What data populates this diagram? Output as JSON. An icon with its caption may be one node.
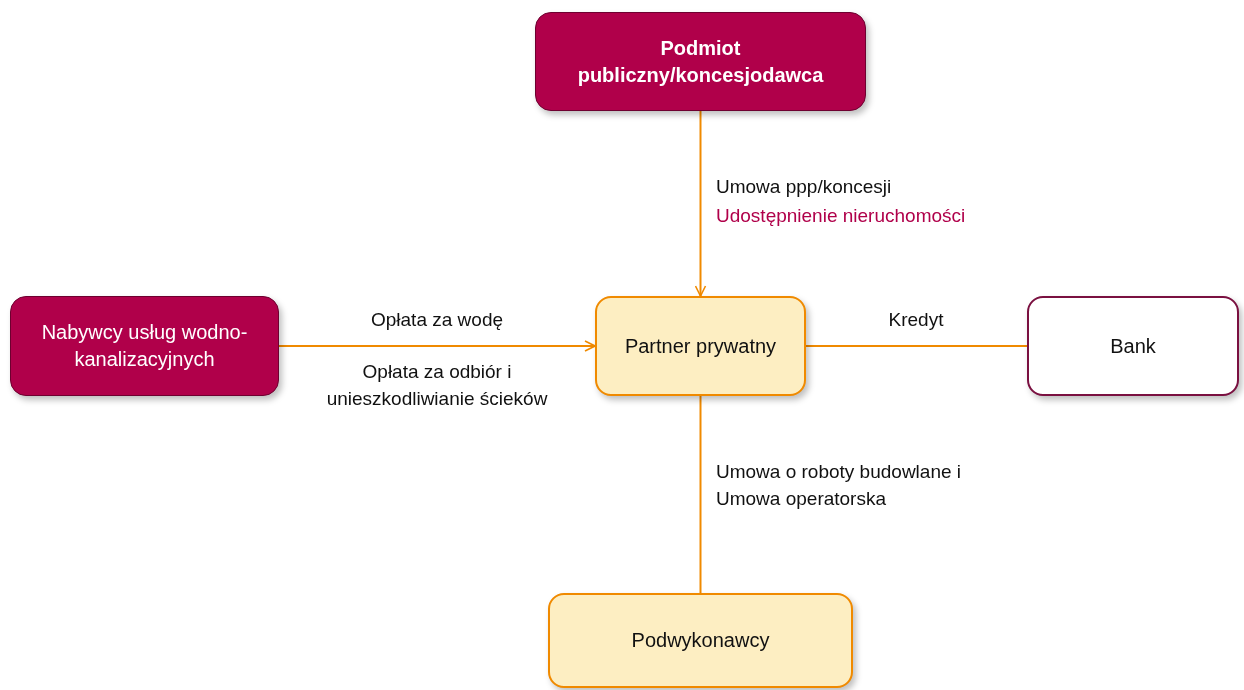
{
  "diagram": {
    "nodes": [
      {
        "text": [
          "Podmiot publiczny/koncesjodawca"
        ]
      },
      {
        "text": [
          "Nabywcy usług wodno-kanalizacyjnych"
        ]
      },
      {
        "text": [
          "Partner prywatny"
        ]
      },
      {
        "text": [
          "Bank"
        ]
      },
      {
        "text": [
          "Podwykonawcy"
        ]
      }
    ],
    "edges": [
      {
        "from": 0,
        "to": 2,
        "arrow": "to",
        "label": "Umowa ppp/koncesji"
      },
      {
        "from": 1,
        "to": 2,
        "arrow": "to",
        "label": "Opłata za wodę"
      },
      {
        "from": 2,
        "to": 3,
        "arrow": "none",
        "label": "Kredyt"
      },
      {
        "from": 2,
        "to": 4,
        "arrow": "none",
        "label": "Umowa o roboty budowlane i Umowa operatorska"
      }
    ],
    "labels": [
      "Udostępnienie nieruchomości",
      "Opłata za odbiór i unieszkodliwianie ścieków"
    ]
  }
}
